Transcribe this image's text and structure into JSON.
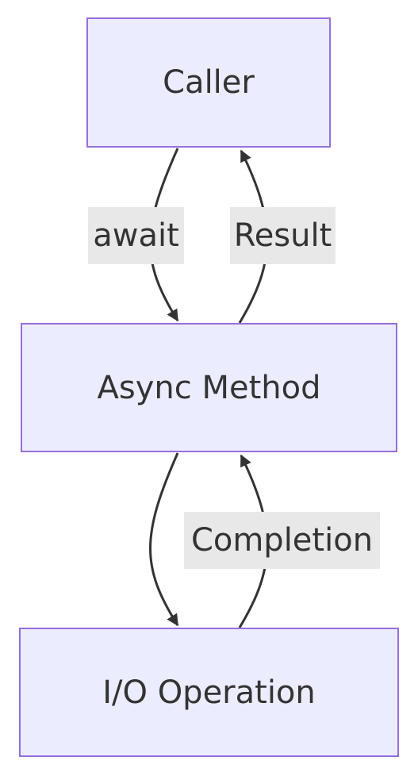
{
  "diagram": {
    "nodes": {
      "caller": "Caller",
      "async_method": "Async Method",
      "io_operation": "I/O Operation"
    },
    "edges": {
      "await": "await",
      "result": "Result",
      "completion": "Completion"
    },
    "colors": {
      "node_fill": "#ECECFF",
      "node_border": "#9370DB",
      "edge_stroke": "#333333",
      "label_background": "#e8e8e8",
      "text": "#333333"
    }
  }
}
